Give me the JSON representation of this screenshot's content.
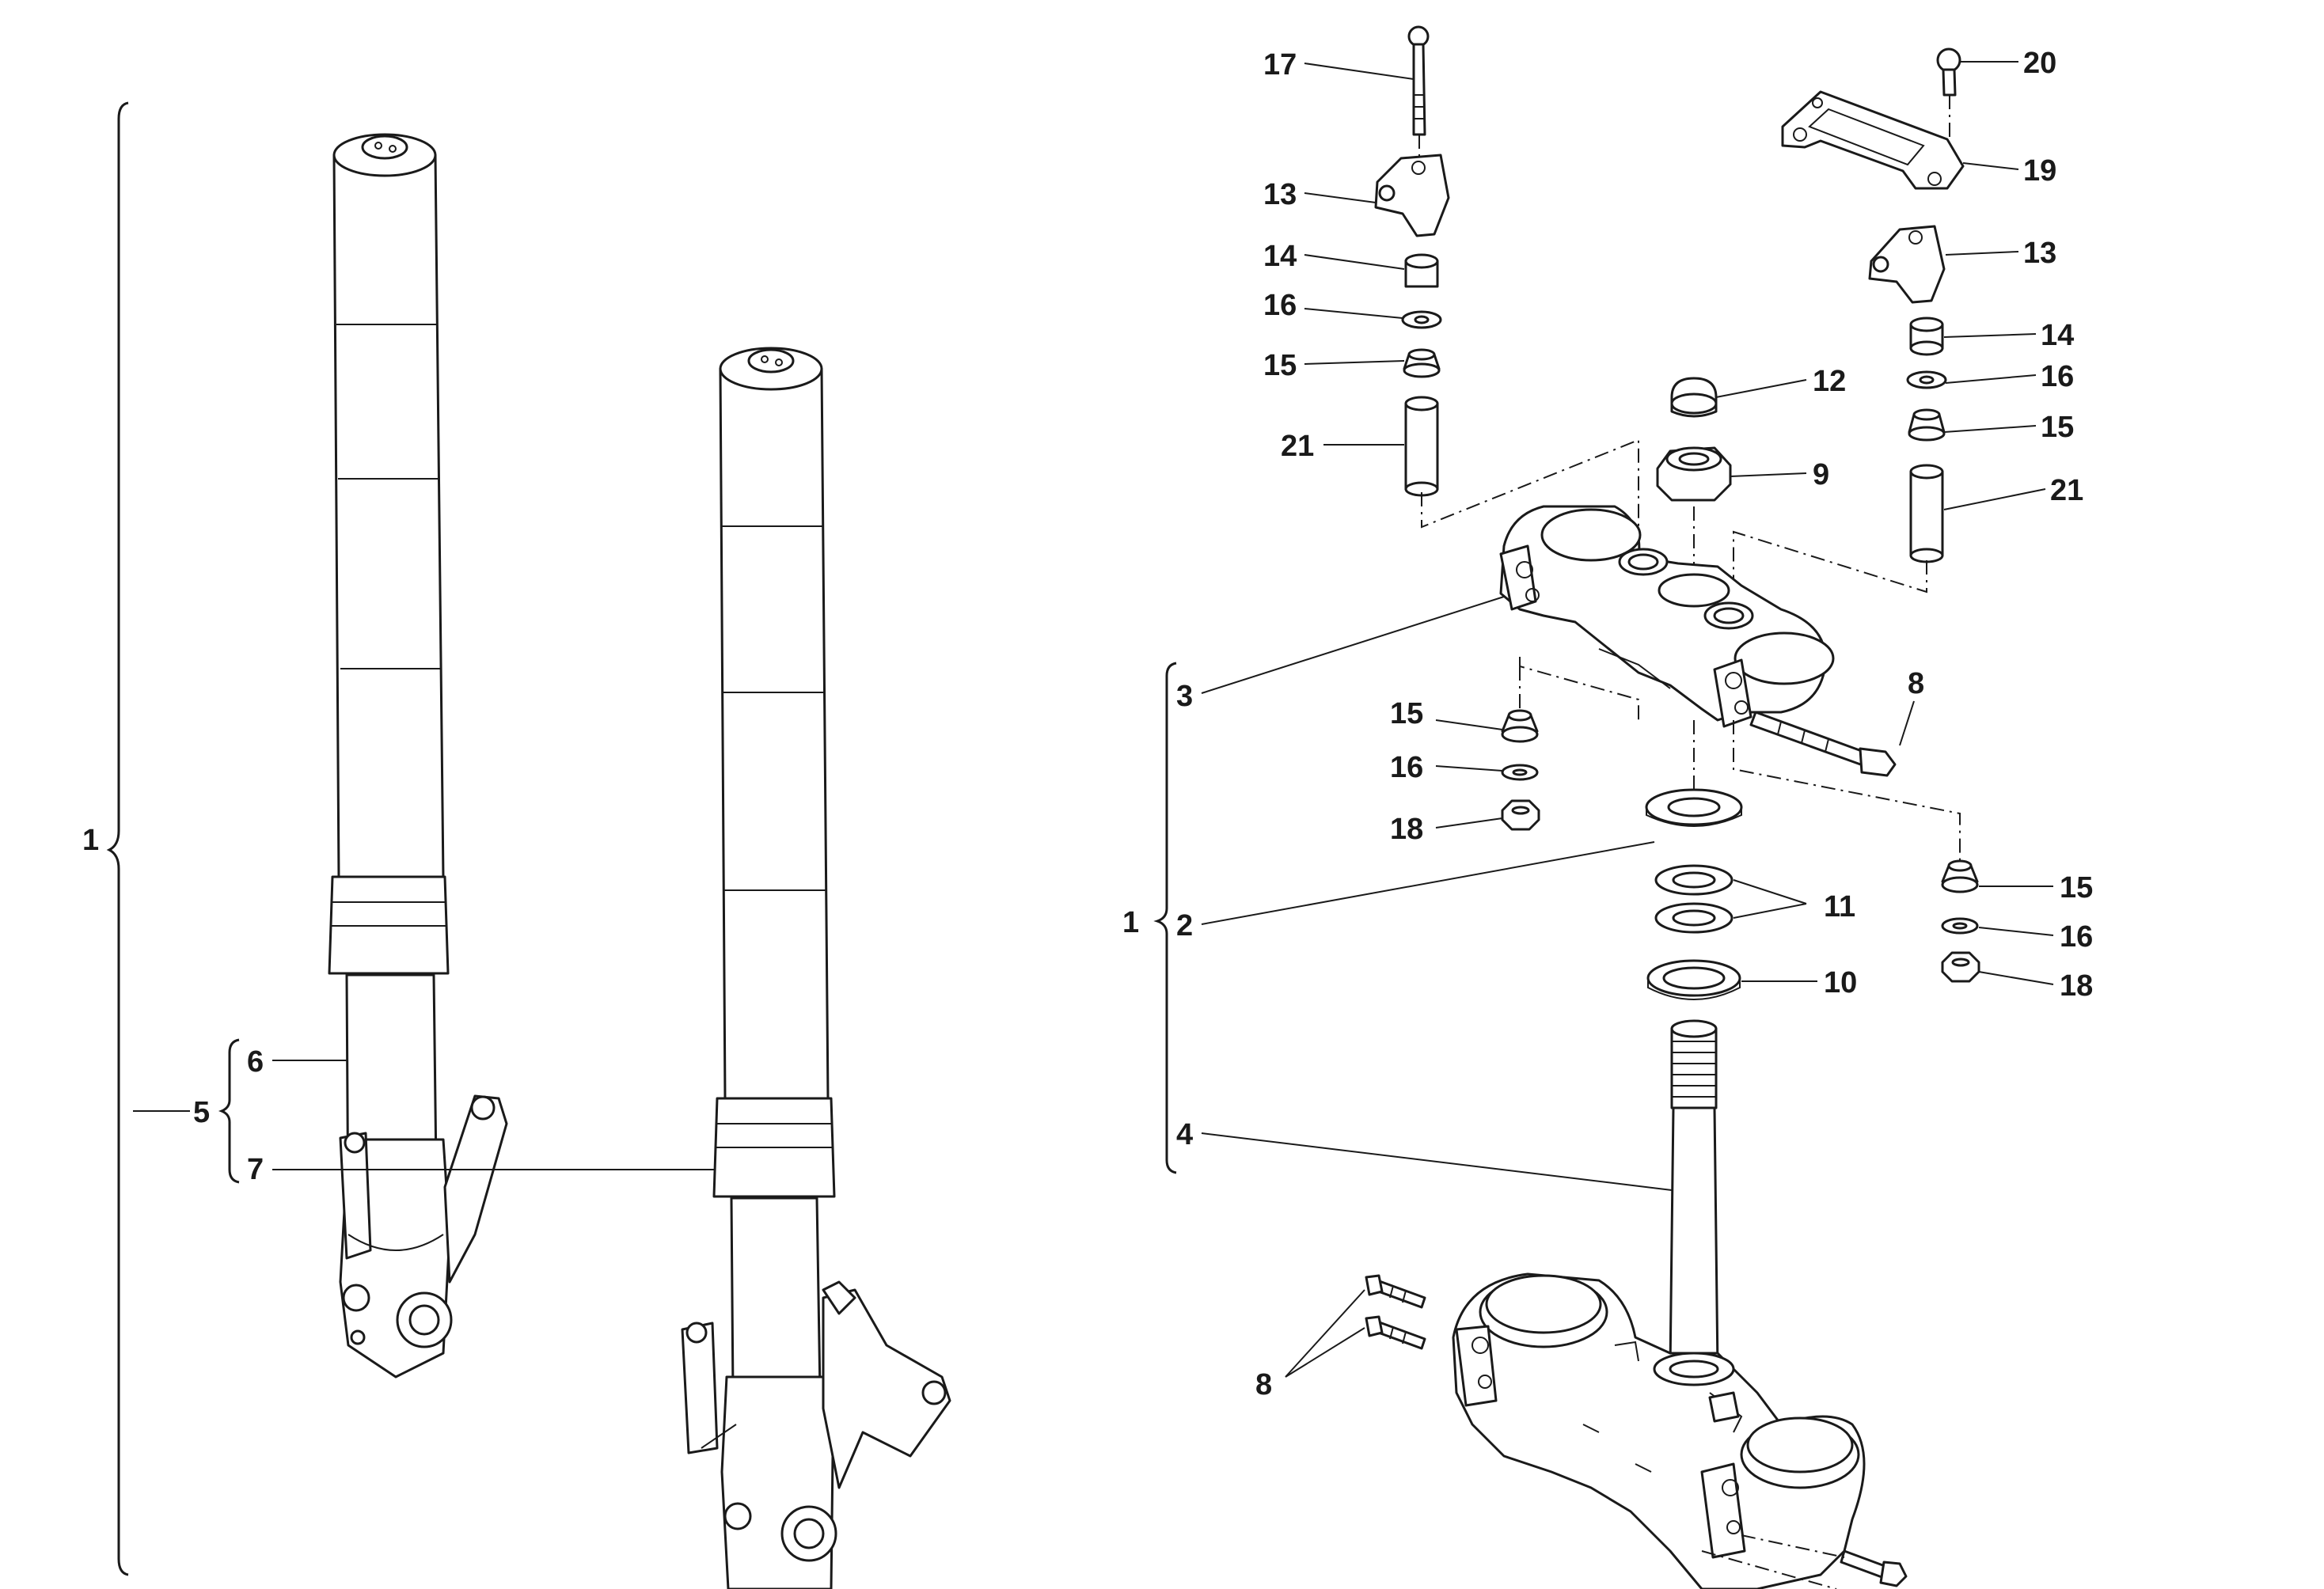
{
  "callouts": {
    "c1_left": "1",
    "c5": "5",
    "c6": "6",
    "c7": "7",
    "c17": "17",
    "c13a": "13",
    "c14a": "14",
    "c16a": "16",
    "c15a": "15",
    "c21a": "21",
    "c20": "20",
    "c19": "19",
    "c13b": "13",
    "c14b": "14",
    "c16b": "16",
    "c15b": "15",
    "c21b": "21",
    "c12": "12",
    "c9": "9",
    "c3": "3",
    "c15c": "15",
    "c16c": "16",
    "c18a": "18",
    "c8a": "8",
    "c1_right": "1",
    "c2": "2",
    "c11": "11",
    "c10": "10",
    "c15d": "15",
    "c16d": "16",
    "c18b": "18",
    "c4": "4",
    "c8b": "8"
  }
}
